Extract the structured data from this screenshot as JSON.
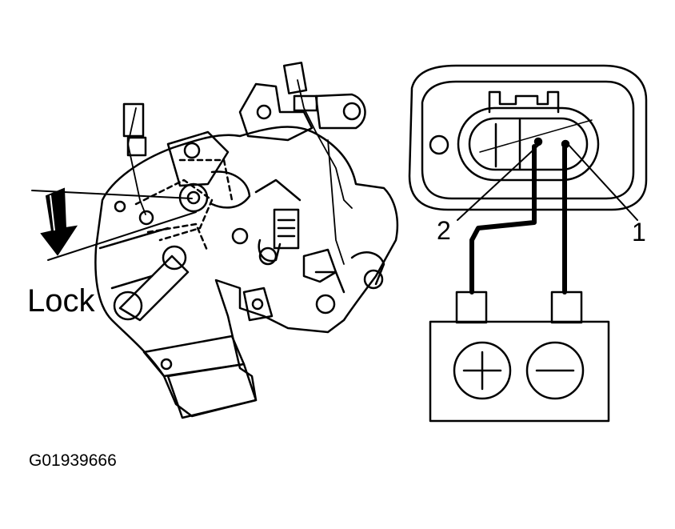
{
  "labels": {
    "lock": "Lock",
    "pin_2": "2",
    "pin_1": "1",
    "figure_id": "G01939666"
  },
  "battery": {
    "positive_symbol": "+",
    "negative_symbol": "−"
  },
  "colors": {
    "line": "#000000",
    "background": "#ffffff"
  }
}
